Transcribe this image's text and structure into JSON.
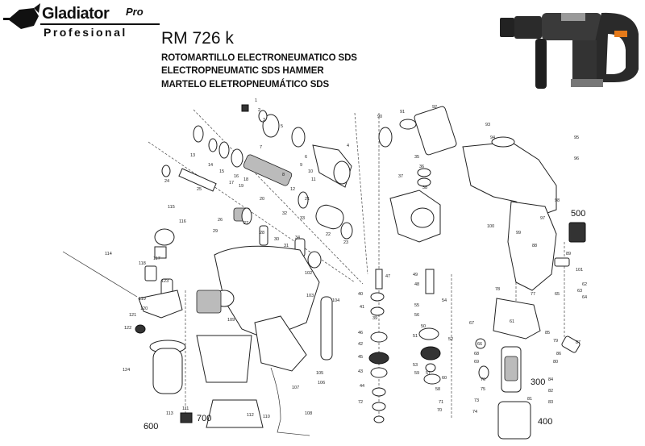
{
  "brand": {
    "name": "Gladiator",
    "pro": "Pro",
    "subtitle": "Profesional"
  },
  "model": "RM 726 k",
  "descriptions": [
    "ROTOMARTILLO ELECTRONEUMATICO SDS",
    "ELECTROPNEUMATIC SDS HAMMER",
    "MARTELO ELETROPNEUMÁTICO SDS"
  ],
  "assembly_labels": [
    "500",
    "300",
    "400",
    "600",
    "700"
  ],
  "part_numbers": [
    "1",
    "2",
    "3",
    "4",
    "5",
    "6",
    "7",
    "8",
    "9",
    "10",
    "11",
    "12",
    "13",
    "14",
    "15",
    "16",
    "17",
    "18",
    "19",
    "20",
    "21",
    "22",
    "23",
    "24",
    "25",
    "26",
    "27",
    "28",
    "29",
    "30",
    "31",
    "32",
    "33",
    "34",
    "35",
    "36",
    "37",
    "38",
    "39",
    "40",
    "41",
    "42",
    "43",
    "44",
    "45",
    "46",
    "47",
    "48",
    "49",
    "50",
    "51",
    "52",
    "53",
    "54",
    "55",
    "56",
    "57",
    "58",
    "59",
    "60",
    "61",
    "62",
    "63",
    "64",
    "65",
    "66",
    "67",
    "68",
    "69",
    "70",
    "71",
    "72",
    "73",
    "74",
    "75",
    "76",
    "77",
    "78",
    "79",
    "80",
    "81",
    "82",
    "83",
    "84",
    "85",
    "86",
    "87",
    "88",
    "89",
    "90",
    "91",
    "92",
    "93",
    "94",
    "95",
    "96",
    "97",
    "98",
    "99",
    "100",
    "101",
    "102",
    "103",
    "104",
    "105",
    "106",
    "107",
    "108",
    "109",
    "110",
    "111",
    "112",
    "113",
    "114",
    "115",
    "116",
    "117",
    "118",
    "119",
    "120",
    "121",
    "122",
    "123",
    "124"
  ]
}
